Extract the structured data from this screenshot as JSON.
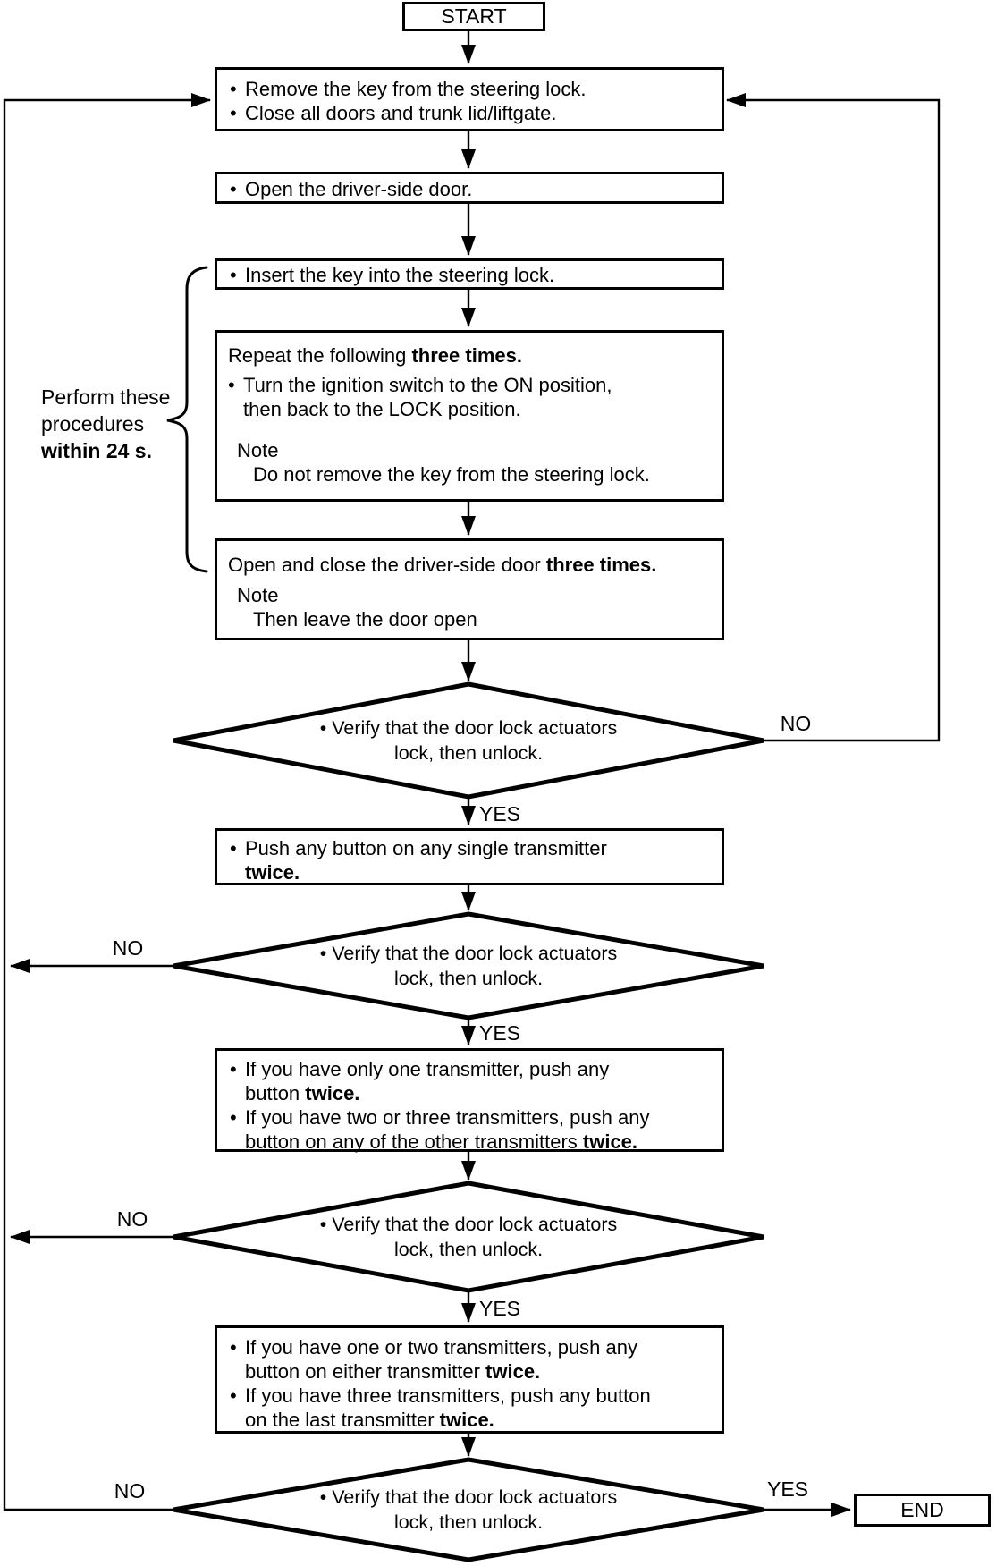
{
  "terminals": {
    "start": "START",
    "end": "END"
  },
  "branch_labels": {
    "yes": "YES",
    "no": "NO"
  },
  "bullet": "•",
  "side_note": {
    "line1": "Perform these",
    "line2": "procedures",
    "line3": "within 24 s."
  },
  "steps": {
    "remove_key": {
      "b1": "Remove the key from  the steering lock.",
      "b2": "Close all doors and trunk lid/liftgate."
    },
    "open_door": {
      "b1": "Open the driver-side door."
    },
    "insert_key": {
      "b1": "Insert the key into the steering lock."
    },
    "repeat_ignition": {
      "title_normal": "Repeat the following ",
      "title_bold": "three times.",
      "b1": "Turn the ignition switch to the ON position,",
      "b1_cont": "then back to the LOCK position.",
      "note_label": "Note",
      "note_text": "Do not remove the key from the steering lock."
    },
    "open_close_door": {
      "title_normal": "Open and close the driver-side door ",
      "title_bold": "three times.",
      "note_label": "Note",
      "note_text": "Then leave the door open"
    },
    "push_any_button": {
      "b1": "Push any button on any single transmitter",
      "b1_cont_bold": "twice."
    },
    "one_transmitter": {
      "b1": "If you have only one transmitter, push any",
      "b1_cont_normal": "button ",
      "b1_cont_bold": "twice.",
      "b2": "If you have two or three transmitters, push any",
      "b2_cont_normal": "button on any of the other transmitters ",
      "b2_cont_bold": "twice."
    },
    "one_or_two_transmitters": {
      "b1": "If you have one or two transmitters, push any",
      "b1_cont_normal": "button on either transmitter ",
      "b1_cont_bold": "twice.",
      "b2": "If you have three transmitters, push any button",
      "b2_cont_normal": "on the last transmitter ",
      "b2_cont_bold": "twice."
    }
  },
  "decision": {
    "l1": "Verify that the door lock actuators",
    "l2": "lock, then unlock."
  }
}
